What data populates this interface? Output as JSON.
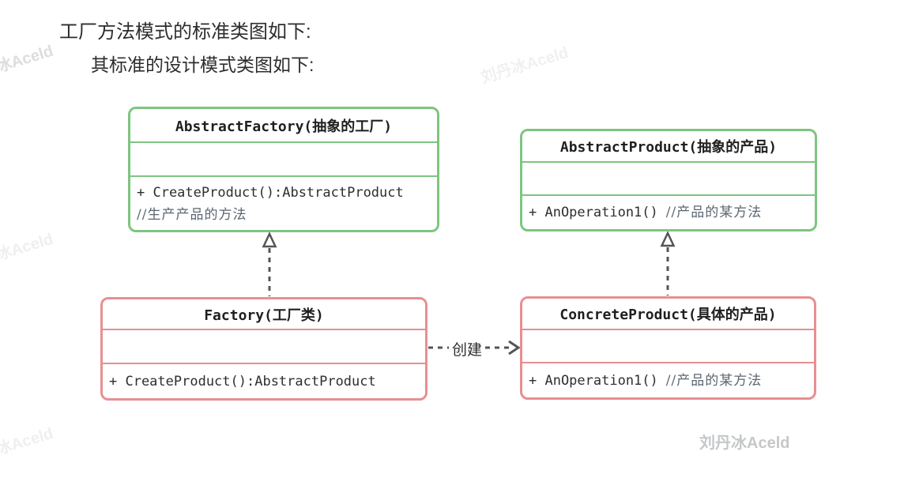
{
  "page": {
    "heading_primary": "工厂方法模式的标准类图如下:",
    "heading_secondary": "其标准的设计模式类图如下:"
  },
  "watermark": {
    "text": "刘丹冰Aceld"
  },
  "signature": {
    "text": "刘丹冰Aceld"
  },
  "colors": {
    "abstract_class_border": "#7ec580",
    "concrete_class_border": "#e88f92",
    "arrow": "#555555",
    "code_text": "#2e2e2e",
    "comment_text": "#5c6670",
    "watermark_light": "#f0f0f0",
    "watermark_medium": "#dddddd",
    "signature_gray": "#c5c7c9"
  },
  "diagram": {
    "classes": {
      "abstract_factory": {
        "title": "AbstractFactory(抽象的工厂)",
        "method_code": "+ CreateProduct():AbstractProduct",
        "method_comment": "//生产产品的方法"
      },
      "abstract_product": {
        "title": "AbstractProduct(抽象的产品)",
        "method_code": "+ AnOperation1()",
        "method_comment": "//产品的某方法"
      },
      "factory": {
        "title": "Factory(工厂类)",
        "method_code": "+ CreateProduct():AbstractProduct"
      },
      "concrete_product": {
        "title": "ConcreteProduct(具体的产品)",
        "method_code": "+ AnOperation1()",
        "method_comment": "//产品的某方法"
      }
    },
    "relations": [
      {
        "type": "realization",
        "from": "Factory",
        "to": "AbstractFactory",
        "label": ""
      },
      {
        "type": "realization",
        "from": "ConcreteProduct",
        "to": "AbstractProduct",
        "label": ""
      },
      {
        "type": "dependency",
        "from": "Factory",
        "to": "ConcreteProduct",
        "label": "创建"
      }
    ]
  }
}
